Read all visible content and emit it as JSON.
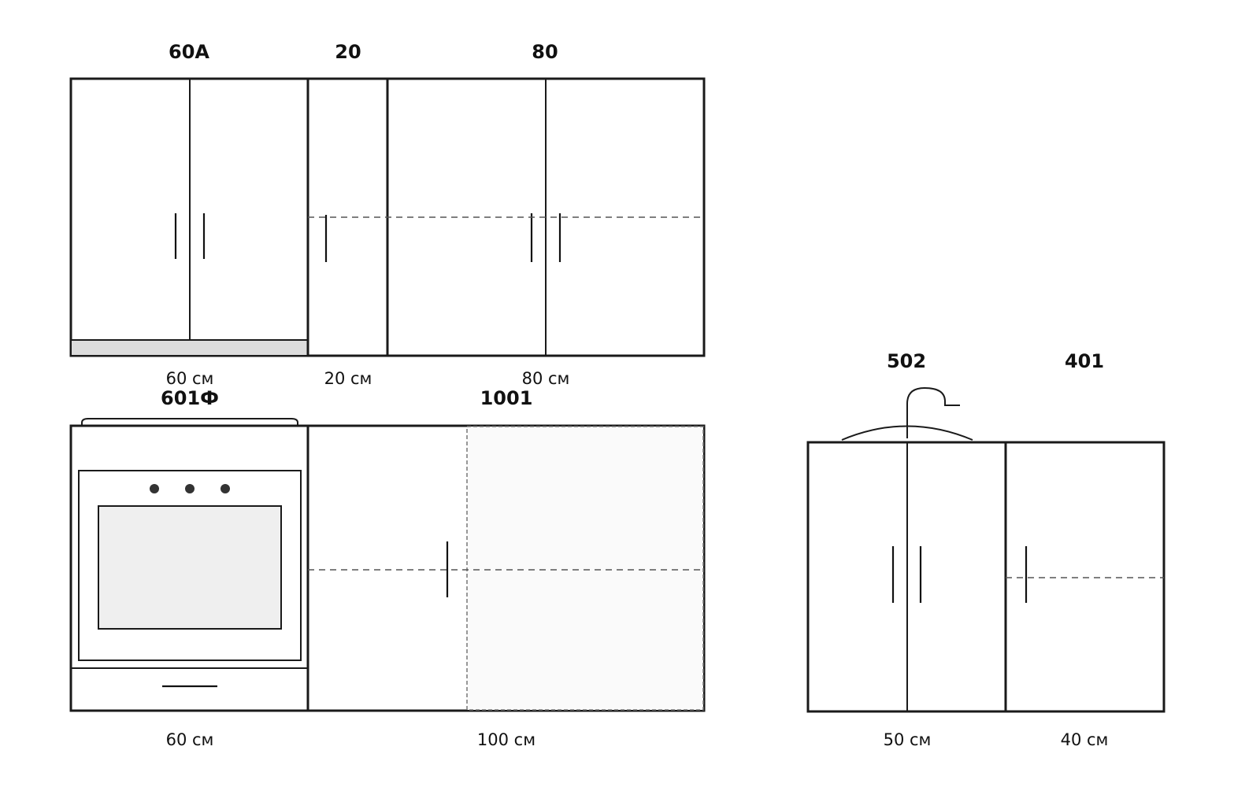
{
  "modules": {
    "m60a": {
      "code": "60А",
      "width": "60 см"
    },
    "m20": {
      "code": "20",
      "width": "20 см"
    },
    "m80": {
      "code": "80",
      "width": "80 см"
    },
    "m601f": {
      "code": "601Ф",
      "width": "60 см"
    },
    "m1001": {
      "code": "1001",
      "width": "100 см"
    },
    "m502": {
      "code": "502",
      "width": "50 см"
    },
    "m401": {
      "code": "401",
      "width": "40 см"
    }
  }
}
